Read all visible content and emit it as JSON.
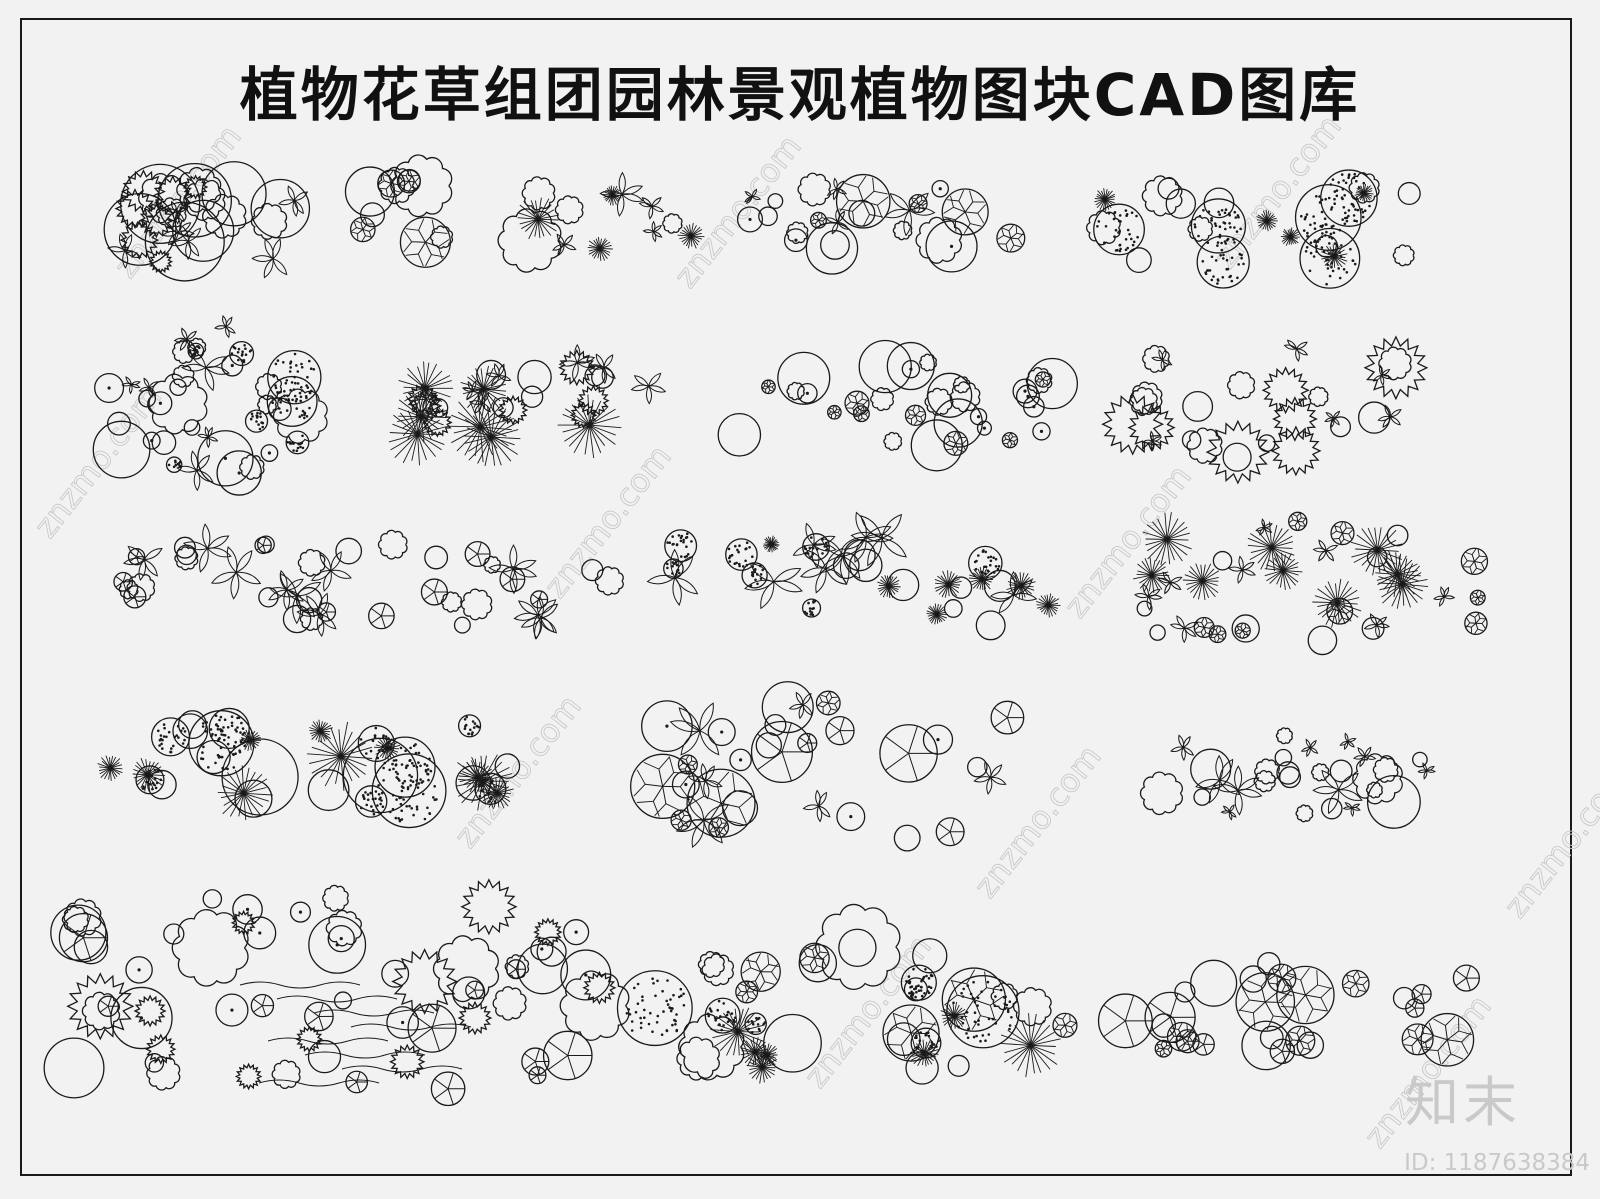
{
  "title": "植物花草组团园林景观植物图块CAD图库",
  "watermark": {
    "site": "znzmo.com",
    "logo_text": "知末",
    "id_text": "ID: 1187638384"
  },
  "colors": {
    "background": "#f2f2f2",
    "line": "#1a1a1a",
    "watermark": "#c9c9c9"
  },
  "plant_groups": [
    "group-01",
    "group-02",
    "group-03",
    "group-04",
    "group-05",
    "group-06",
    "group-07",
    "group-08",
    "group-09",
    "group-10",
    "group-11",
    "group-12",
    "group-13",
    "group-14",
    "group-15",
    "group-16",
    "group-17",
    "group-18"
  ]
}
